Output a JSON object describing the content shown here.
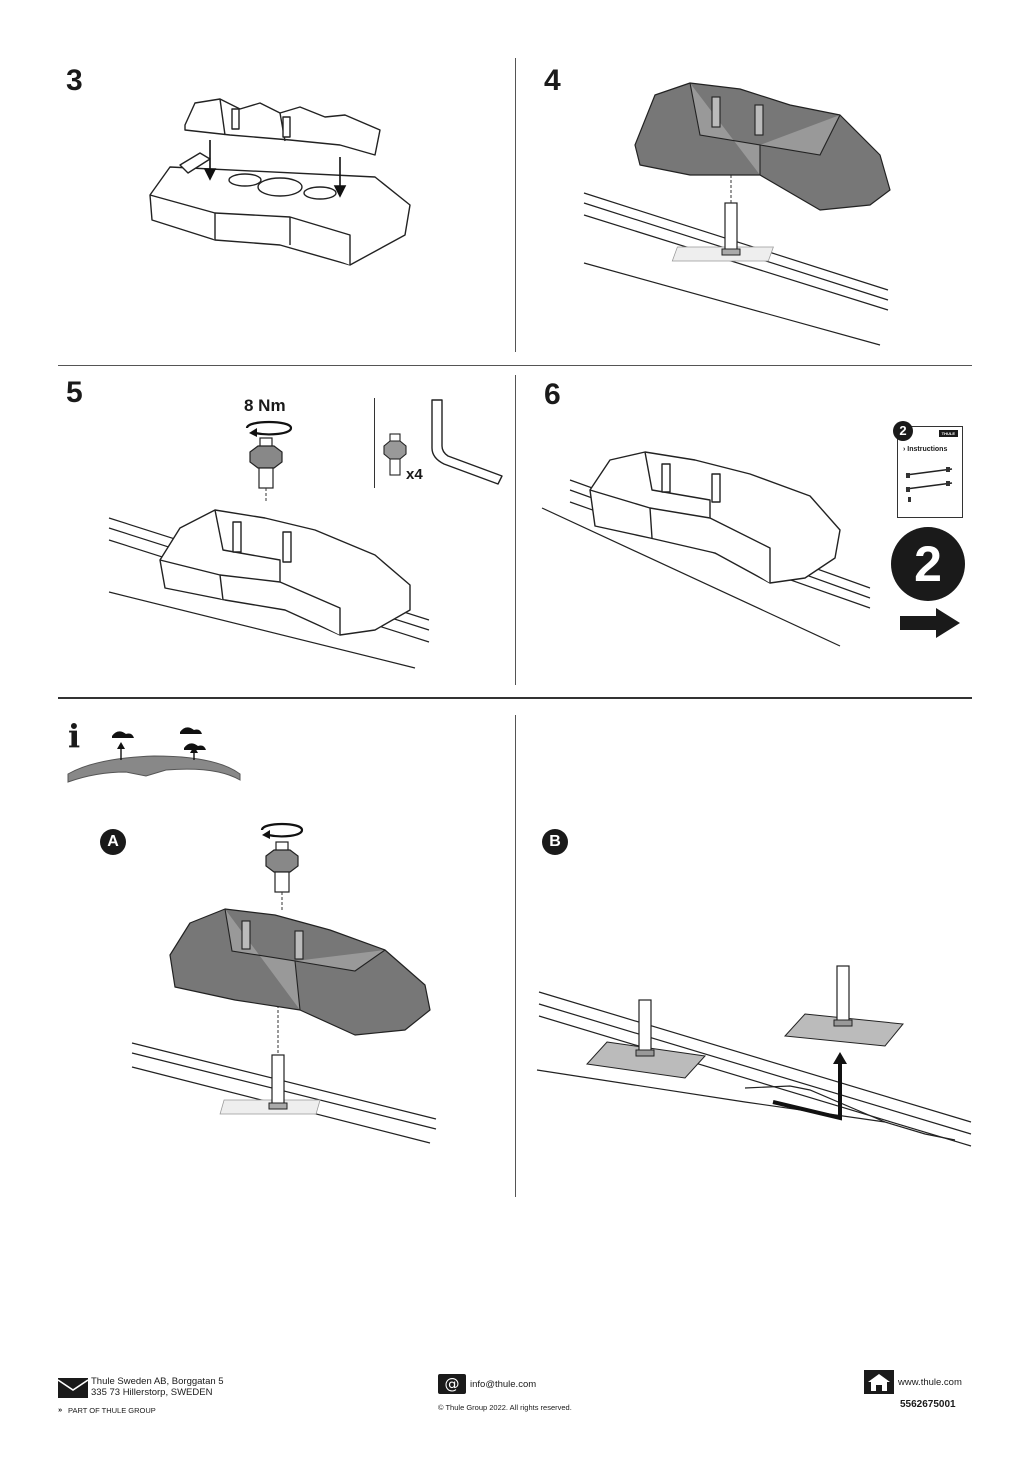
{
  "steps": {
    "s3": "3",
    "s4": "4",
    "s5": "5",
    "s6": "6"
  },
  "step5": {
    "torque": "8 Nm",
    "quantity": "x4"
  },
  "step6": {
    "booklet_number": "2",
    "booklet_title": "› Instructions",
    "booklet_brand": "THULE",
    "next_badge": "2"
  },
  "info": {
    "icon_letter": "i"
  },
  "variants": {
    "a": "A",
    "b": "B"
  },
  "footer": {
    "address_line1": "Thule Sweden AB, Borggatan 5",
    "address_line2": "335 73 Hillerstorp, SWEDEN",
    "group": "PART OF THULE GROUP",
    "email": "info@thule.com",
    "copyright": "© Thule Group 2022. All rights reserved.",
    "website": "www.thule.com",
    "doc_number": "5562675001"
  },
  "colors": {
    "ink": "#1a1a1a",
    "foot_fill": "#7a7a7a",
    "line": "#555555"
  },
  "icons": [
    "envelope-icon",
    "at-sign-icon",
    "house-icon",
    "arrow-right-icon",
    "rotate-arrow-icon",
    "info-icon"
  ]
}
